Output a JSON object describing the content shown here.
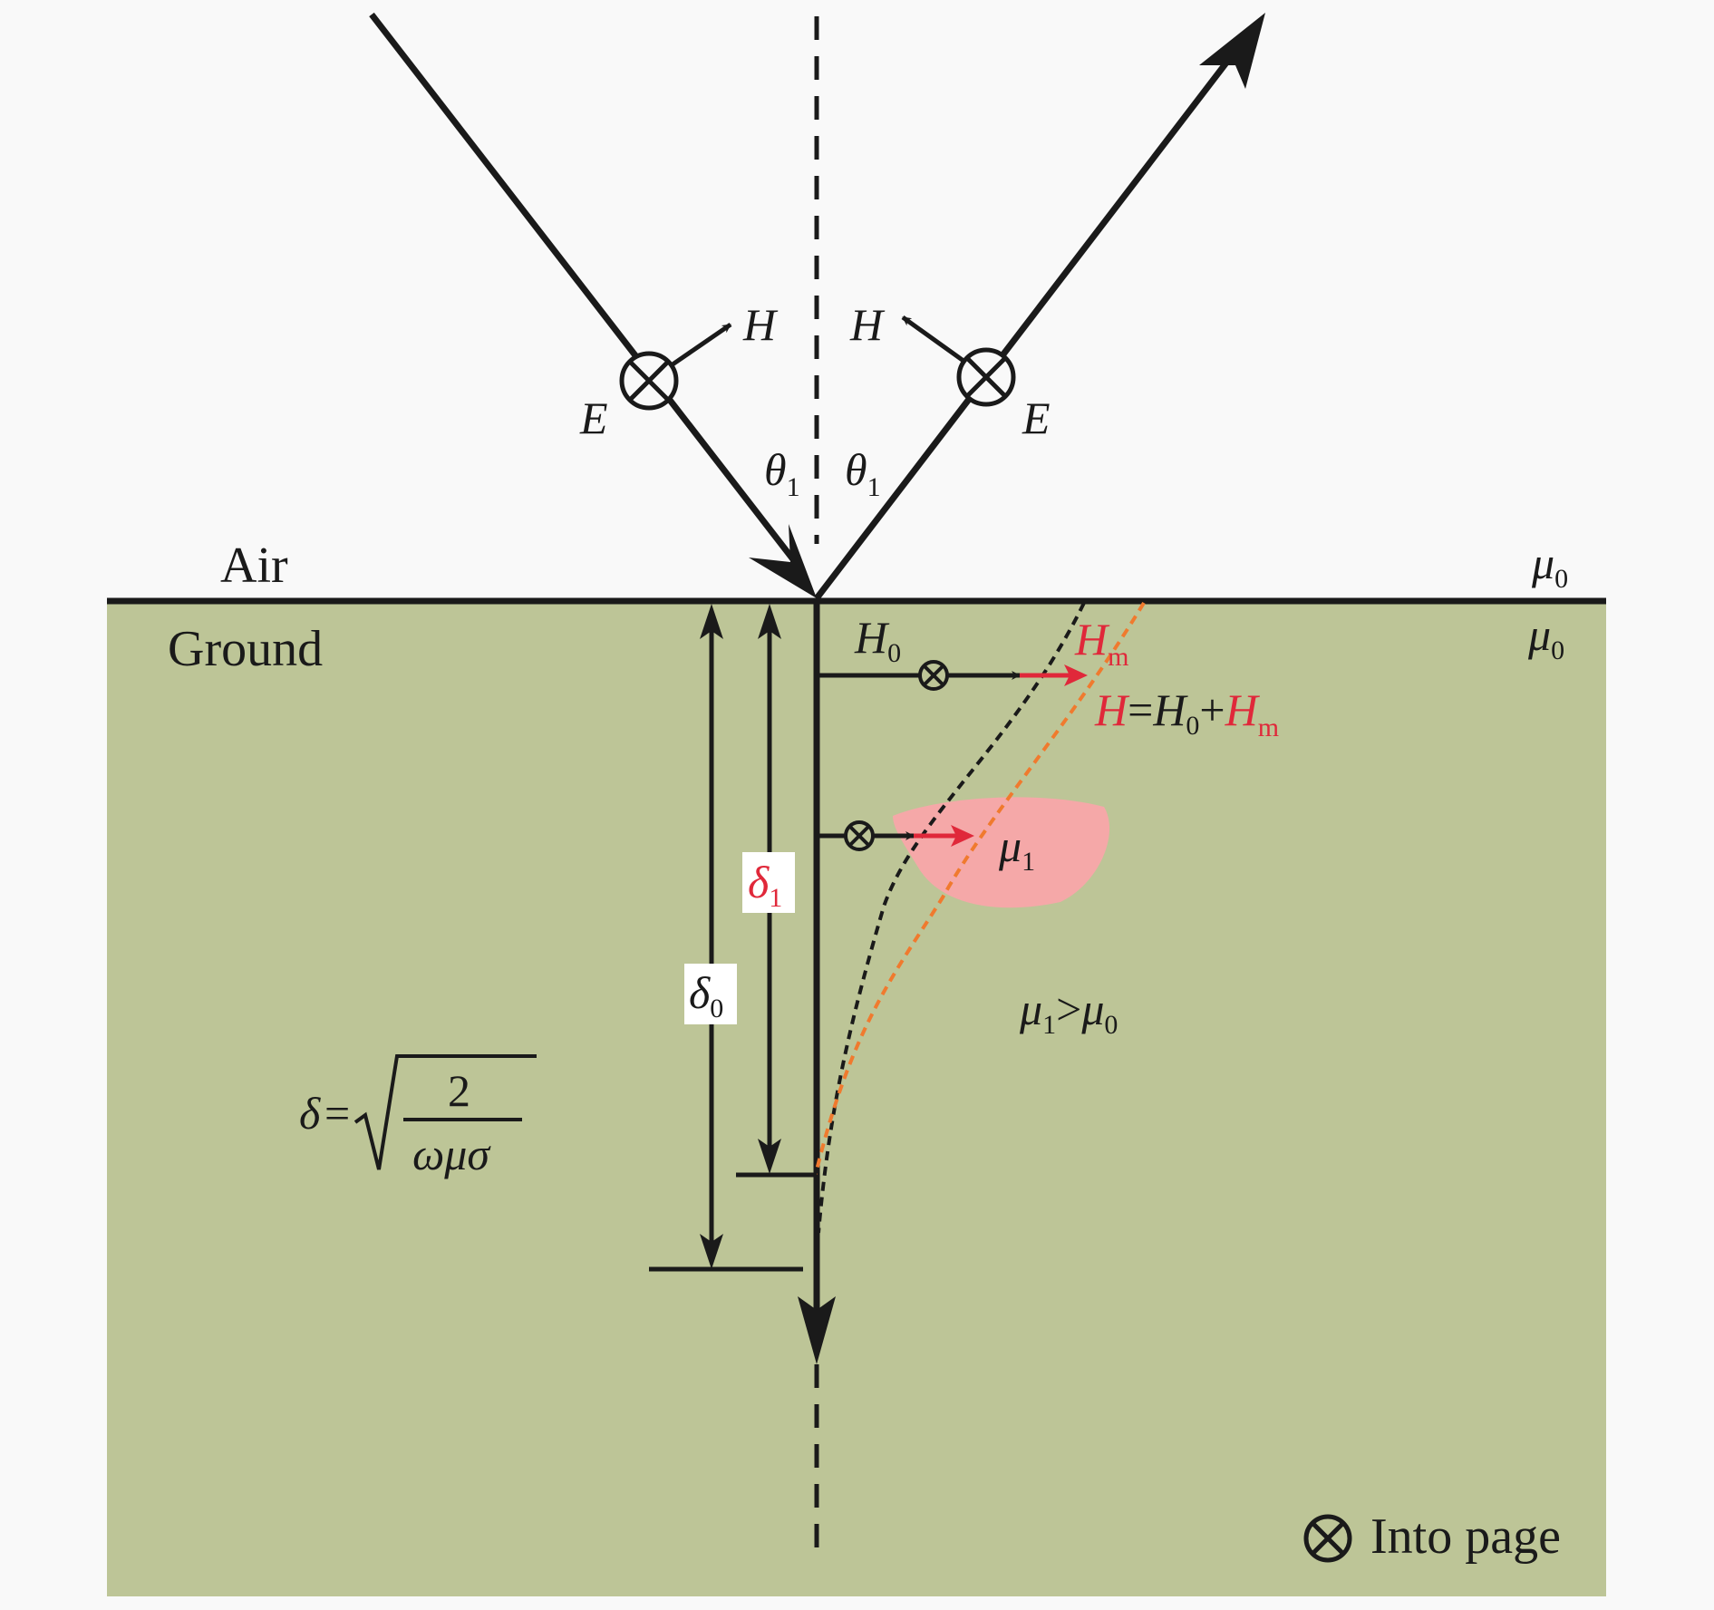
{
  "colors": {
    "background": "#f9f9f9",
    "ground": "#bdc597",
    "line": "#1a1a1a",
    "red": "#e0283a",
    "orange": "#f07a2e",
    "anomaly": "#f5a8a8"
  },
  "labels": {
    "air": "Air",
    "ground": "Ground",
    "mu_top": "μ",
    "mu_top_sub": "0",
    "mu_ground": "μ",
    "mu_ground_sub": "0",
    "E": "E",
    "H": "H",
    "theta": "θ",
    "theta_sub": "1",
    "H0": "H",
    "H0_sub": "0",
    "Hm": "H",
    "Hm_sub": "m",
    "eq_H": "H",
    "eq_eq": "=",
    "eq_H0": "H",
    "eq_H0_sub": "0",
    "eq_plus": "+",
    "eq_Hm": "H",
    "eq_Hm_sub": "m",
    "mu1": "μ",
    "mu1_sub": "1",
    "ineq_mu1": "μ",
    "ineq_mu1_sub": "1",
    "ineq_gt": ">",
    "ineq_mu0": "μ",
    "ineq_mu0_sub": "0",
    "delta1": "δ",
    "delta1_sub": "1",
    "delta0": "δ",
    "delta0_sub": "0",
    "formula_delta": "δ",
    "formula_eq": "=",
    "formula_num": "2",
    "formula_den": "ωμσ",
    "legend_symbol": "⊗",
    "legend_text": "Into page"
  }
}
